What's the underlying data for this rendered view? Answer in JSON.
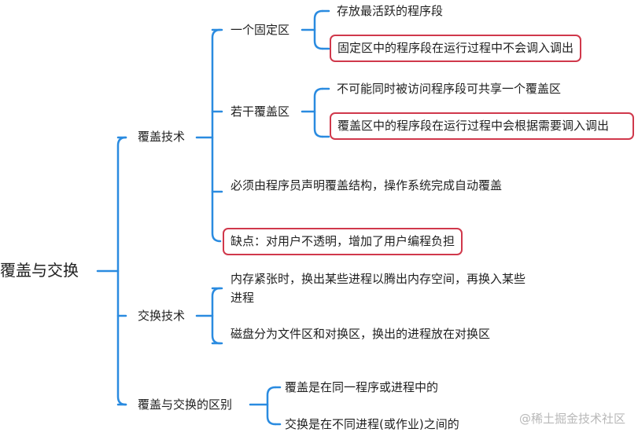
{
  "mindmap": {
    "root": "覆盖与交换",
    "branches": [
      {
        "label": "覆盖技术",
        "children": [
          {
            "label": "一个固定区",
            "children": [
              {
                "label": "存放最活跃的程序段",
                "highlight": false
              },
              {
                "label": "固定区中的程序段在运行过程中不会调入调出",
                "highlight": true
              }
            ]
          },
          {
            "label": "若干覆盖区",
            "children": [
              {
                "label": "不可能同时被访问程序段可共享一个覆盖区",
                "highlight": false
              },
              {
                "label": "覆盖区中的程序段在运行过程中会根据需要调入调出",
                "highlight": true
              }
            ]
          },
          {
            "label": "必须由程序员声明覆盖结构，操作系统完成自动覆盖",
            "highlight": false
          },
          {
            "label": "缺点：对用户不透明，增加了用户编程负担",
            "highlight": true
          }
        ]
      },
      {
        "label": "交换技术",
        "children": [
          {
            "label": "内存紧张时，换出某些进程以腾出内存空间，再换入某些进程"
          },
          {
            "label": "磁盘分为文件区和对换区，换出的进程放在对换区"
          }
        ]
      },
      {
        "label": "覆盖与交换的区别",
        "children": [
          {
            "label": "覆盖是在同一程序或进程中的"
          },
          {
            "label": "交换是在不同进程(或作业)之间的"
          }
        ]
      }
    ]
  },
  "watermark": "@稀土掘金技术社区",
  "colors": {
    "connector": "#2a8be0",
    "highlight_border": "#d0384b",
    "text": "#1f1f1f"
  }
}
